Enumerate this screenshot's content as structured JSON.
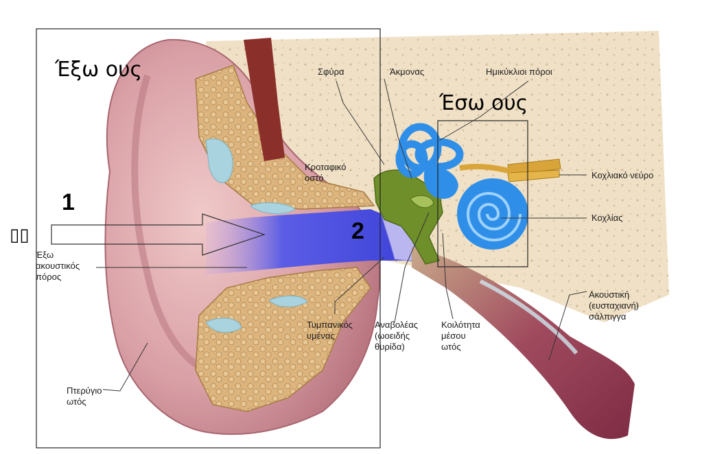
{
  "titles": {
    "outer_ear": "Έξω ους",
    "inner_ear": "Έσω ους"
  },
  "markers": {
    "one": "1",
    "two": "2",
    "glyphs": "▯▯"
  },
  "labels": {
    "hammer": "Σφύρα",
    "anvil": "Άκμονας",
    "semicircular": "Ημικύκλιοι πόροι",
    "temporal_bone": "Κροταφικό\nοστό",
    "cochlear_nerve": "Κοχλιακό νεύρο",
    "cochlea": "Κοχλίας",
    "ear_canal": "Έξω\nακουστικός\nπόρος",
    "eardrum": "Τυμπανικός\nυμένας",
    "stirrup": "Αναβολέας\n(ωοειδής\nθυρίδα)",
    "middle_cavity": "Κοιλότητα\nμέσου\nωτός",
    "eustachian": "Ακουστική\n(ευσταχιανή)\nσάλπιγγα",
    "pinna": "Πτερύγιο\nωτός"
  },
  "colors": {
    "skin": "#d9a3a8",
    "bone": "#e9d6b4",
    "fat": "#d9b27a",
    "canal": "#4a4fe0",
    "inner_ear": "#2f8fe8",
    "ossicles": "#6f8f2a",
    "tube": "#9a3d55"
  }
}
